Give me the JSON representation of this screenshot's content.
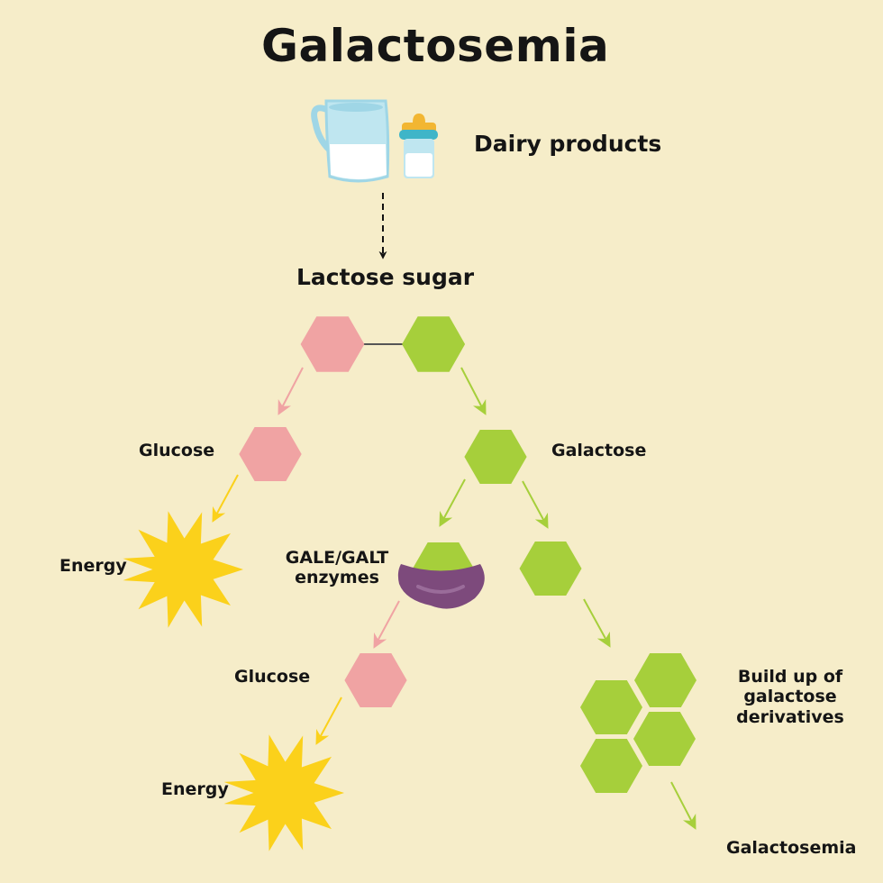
{
  "title": "Galactosemia",
  "source_label": "Dairy products",
  "lactose_label": "Lactose sugar",
  "glucose_label_1": "Glucose",
  "galactose_label": "Galactose",
  "energy_label_1": "Energy",
  "enzyme_label": [
    "GALE/GALT",
    "enzymes"
  ],
  "glucose_label_2": "Glucose",
  "buildup_label": [
    "Build up of",
    "galactose",
    "derivatives"
  ],
  "energy_label_2": "Energy",
  "outcome_label": "Galactosemia",
  "colors": {
    "background": "#f6edc9",
    "glucose": "#f0a3a3",
    "galactose": "#a6cf3b",
    "energy": "#fbd11b",
    "enzyme": "#7d4a7c",
    "connector": "#555555"
  }
}
